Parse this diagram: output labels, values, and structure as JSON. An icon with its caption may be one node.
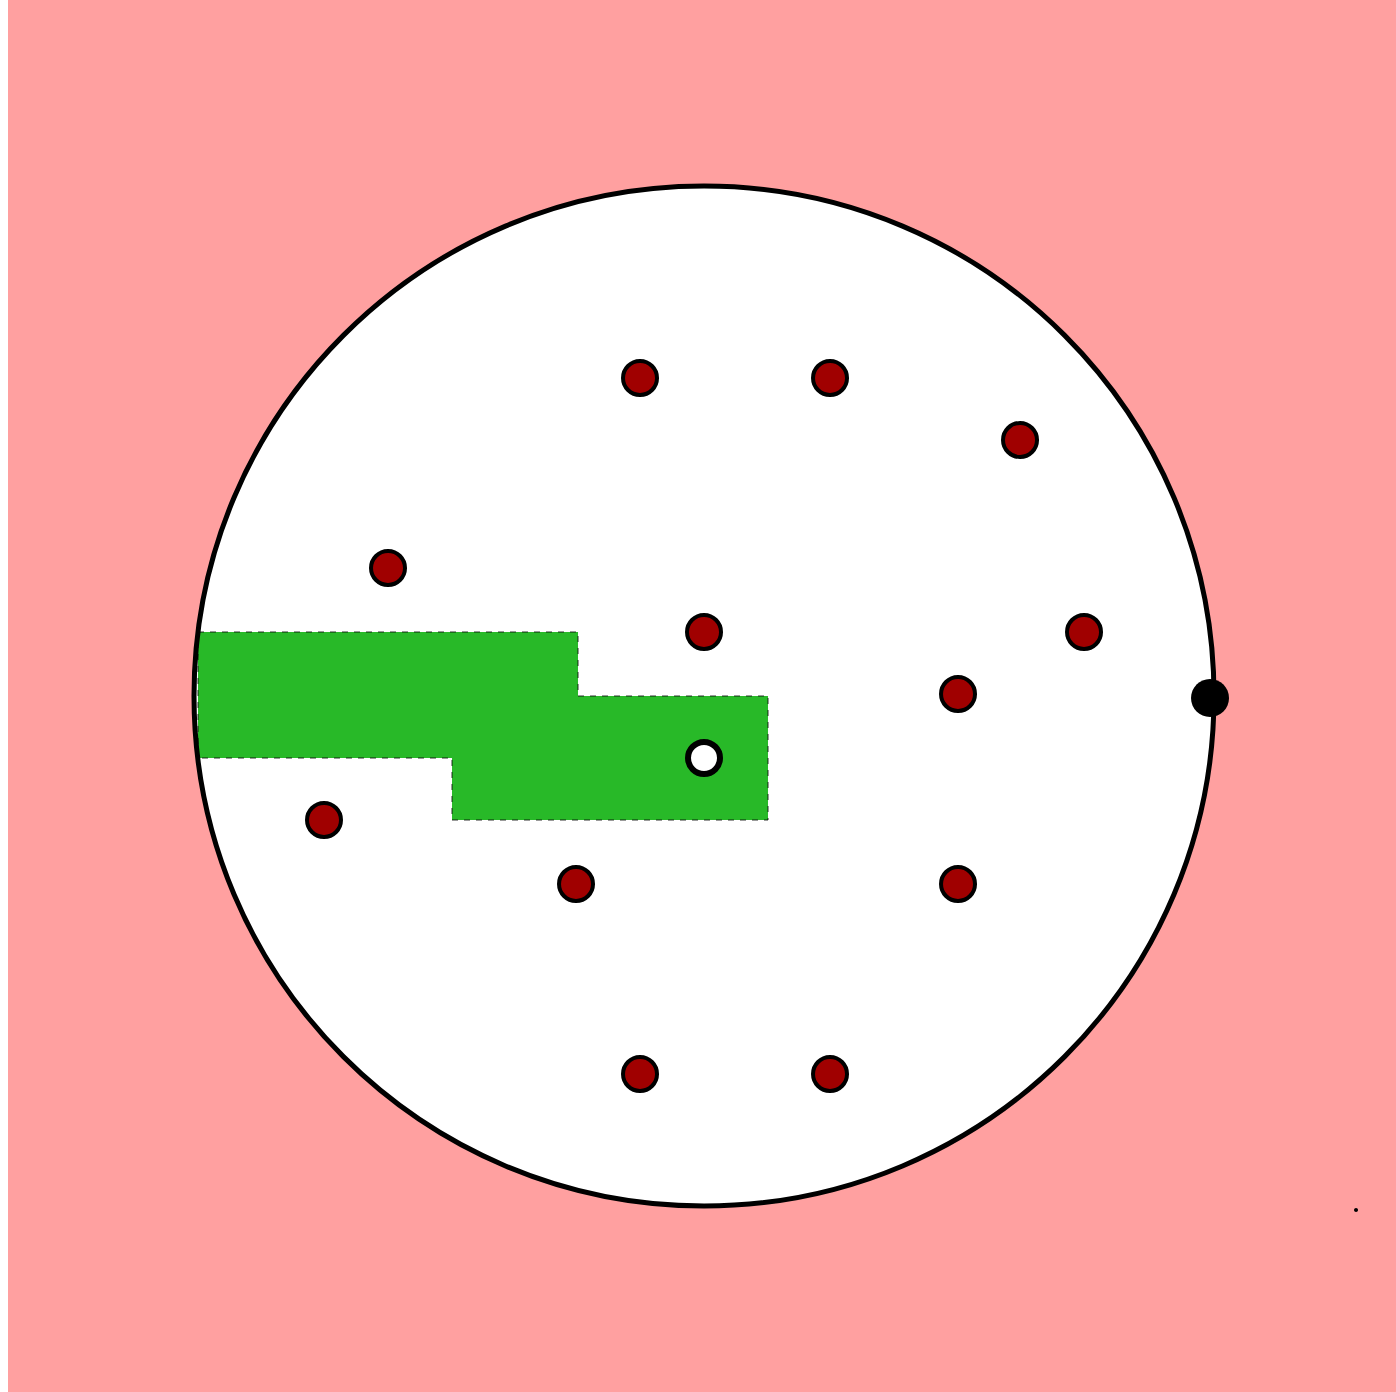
{
  "diagram": {
    "nodes": [
      {
        "text": [],
        "shape": "circle"
      },
      {
        "text": [],
        "shape": "circle",
        "in": 0
      },
      {
        "text": [],
        "shape": "circle",
        "in": 0
      },
      {
        "text": [],
        "shape": "circle",
        "in": 0
      },
      {
        "text": [],
        "shape": "circle",
        "in": 0
      },
      {
        "text": [],
        "shape": "box",
        "in": 0
      },
      {
        "text": [],
        "shape": "circle",
        "in": 0
      },
      {
        "text": [],
        "shape": "circle",
        "in": 0
      },
      {
        "text": [],
        "shape": "circle",
        "in": 0
      },
      {
        "text": [],
        "shape": "circle"
      },
      {
        "text": [],
        "shape": "circle",
        "in": 5
      },
      {
        "text": [],
        "shape": "circle",
        "in": 0
      },
      {
        "text": [],
        "shape": "circle",
        "in": 0
      },
      {
        "text": [],
        "shape": "circle",
        "in": 0
      },
      {
        "text": [],
        "shape": "circle",
        "in": 0
      },
      {
        "text": [],
        "shape": "circle",
        "in": 0
      }
    ]
  }
}
